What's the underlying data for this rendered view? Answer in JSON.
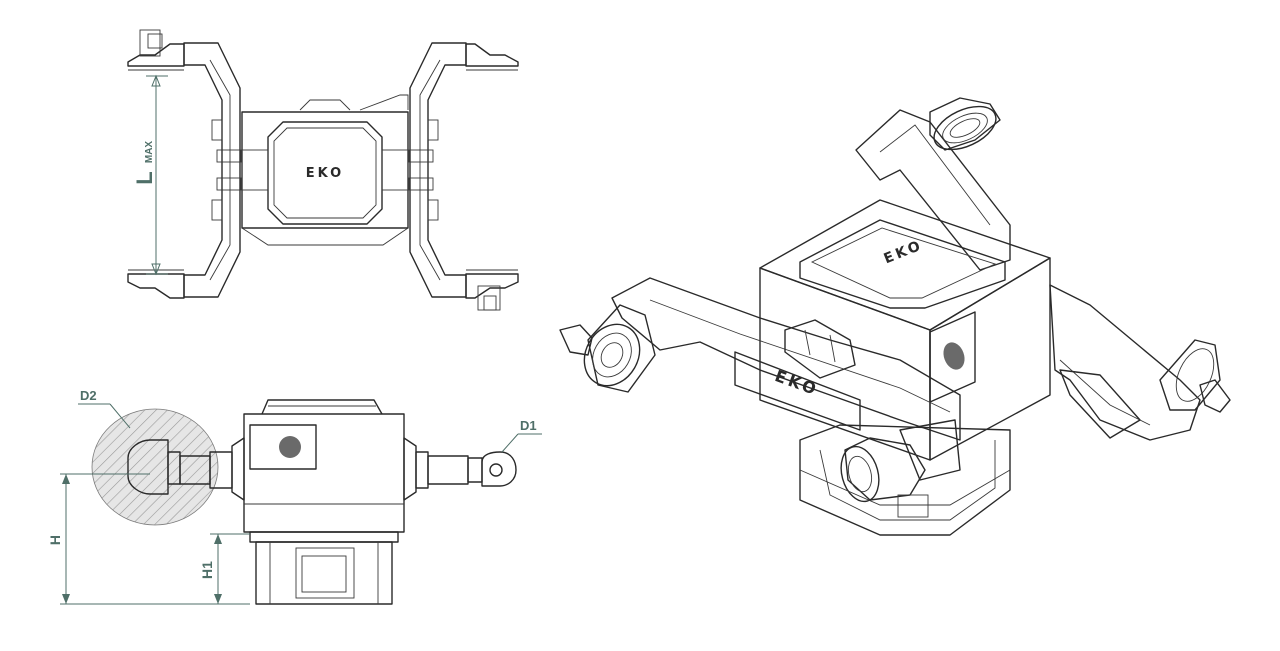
{
  "brand": {
    "logo_text": "EKO"
  },
  "dimensions": {
    "l_max_main": "L",
    "l_max_sub": "MAX",
    "d1": "D1",
    "d2": "D2",
    "h": "H",
    "h1": "H1"
  },
  "colors": {
    "dimension": "#4f6f68",
    "line": "#2a2a2a",
    "hatch": "#7a7a7a"
  }
}
